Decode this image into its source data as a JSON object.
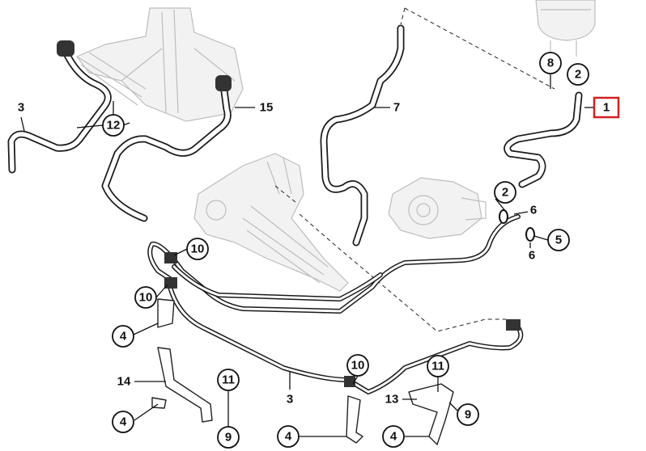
{
  "diagram": {
    "title": "Power steering hoses and lines",
    "callouts": {
      "c3_left": "3",
      "c12": "12",
      "c15": "15",
      "c7": "7",
      "c8": "8",
      "c2_top": "2",
      "c1_selected": "1",
      "c2_mid": "2",
      "c6_top": "6",
      "c5": "5",
      "c6_bottom": "6",
      "c10_a": "10",
      "c10_b": "10",
      "c4_a": "4",
      "c14": "14",
      "c11_a": "11",
      "c4_b": "4",
      "c9_a": "9",
      "c3_bottom": "3",
      "c10_c": "10",
      "c11_b": "11",
      "c13": "13",
      "c9_b": "9",
      "c4_c": "4",
      "c4_d": "4"
    },
    "highlight_color": "#d42020"
  }
}
